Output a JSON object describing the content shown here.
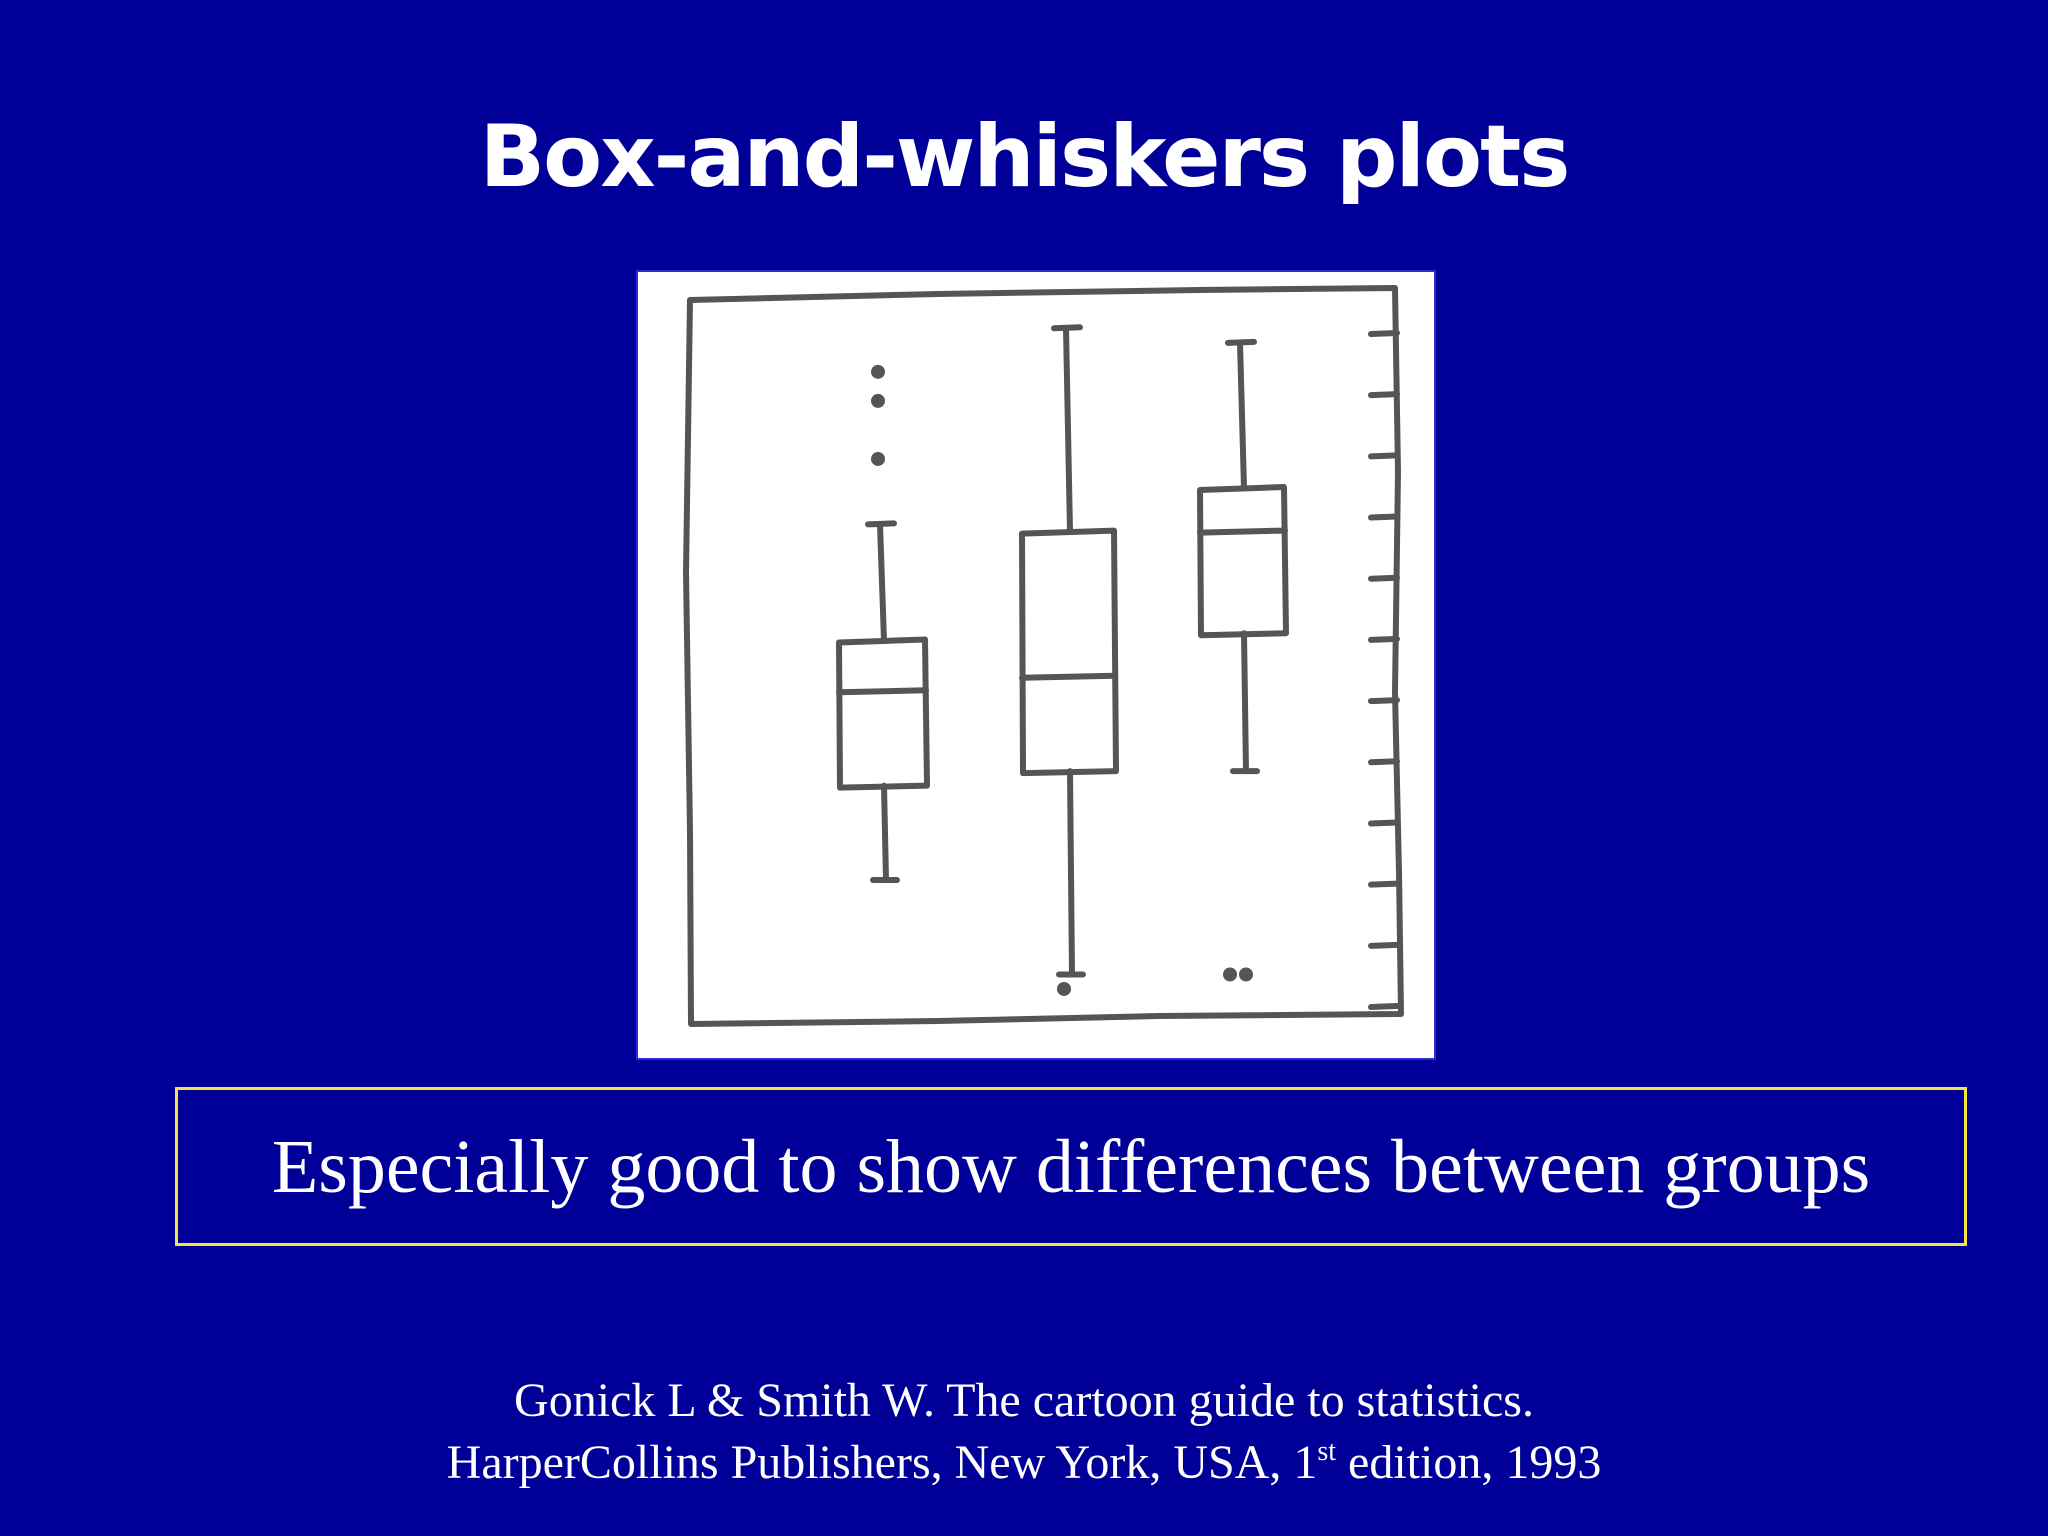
{
  "slide": {
    "title": "Box-and-whiskers plots",
    "callout": "Especially good to show differences between groups",
    "citation": {
      "line1": "Gonick L & Smith W. The cartoon guide to statistics.",
      "line2_prefix": "HarperCollins Publishers, New York, USA, 1",
      "line2_superscript": "st",
      "line2_suffix": "  edition, 1993"
    }
  },
  "colors": {
    "background": "#000099",
    "title_text": "#ffffff",
    "callout_border": "#f4e542",
    "drawing_ink": "#555555",
    "panel": "#ffffff"
  },
  "chart_data": {
    "type": "box",
    "style": "hand-drawn illustration",
    "xlabel": "",
    "ylabel": "",
    "tick_labels_shown": false,
    "right_axis_ticks": 12,
    "ylim": [
      0,
      100
    ],
    "groups": [
      {
        "whisker_low": 19,
        "q1": 32,
        "median": 45,
        "q3": 52,
        "whisker_high": 68,
        "outliers": [
          77,
          85,
          89
        ]
      },
      {
        "whisker_low": 6,
        "q1": 34,
        "median": 47,
        "q3": 67,
        "whisker_high": 95,
        "outliers": [
          4
        ]
      },
      {
        "whisker_low": 34,
        "q1": 53,
        "median": 67,
        "q3": 73,
        "whisker_high": 93,
        "outliers": [
          6,
          6
        ]
      }
    ]
  }
}
